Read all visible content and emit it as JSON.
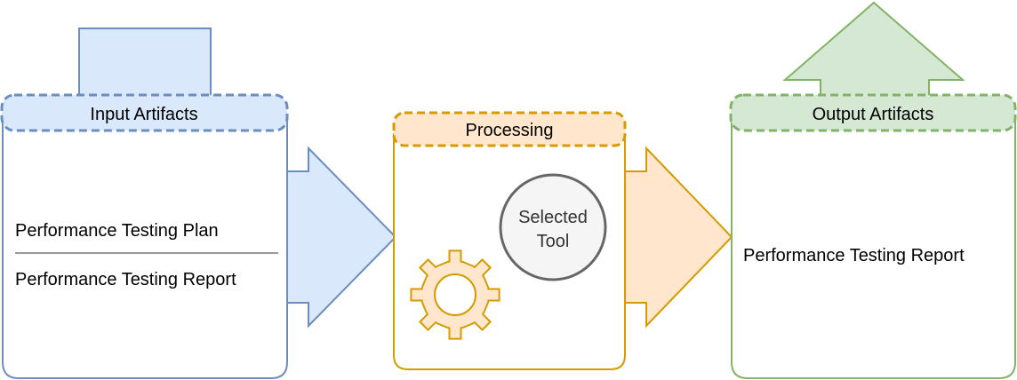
{
  "colors": {
    "input_fill": "#dae8fc",
    "input_stroke": "#6c8ebf",
    "processing_fill": "#ffe6cc",
    "processing_stroke": "#d79b00",
    "output_fill": "#d5e8d4",
    "output_stroke": "#82b366",
    "tool_fill": "#f5f5f5",
    "tool_stroke": "#666666",
    "tool_text": "#333333",
    "gear_fill": "#ffe6cc",
    "gear_stroke": "#d79b00"
  },
  "input": {
    "title": "Input Artifacts",
    "items": [
      "Performance Testing Plan",
      "Performance Testing Report"
    ]
  },
  "processing": {
    "title": "Processing",
    "tool_line1": "Selected",
    "tool_line2": "Tool",
    "gear_icon": "gear-icon"
  },
  "output": {
    "title": "Output Artifacts",
    "items": [
      "Performance Testing Report"
    ]
  }
}
